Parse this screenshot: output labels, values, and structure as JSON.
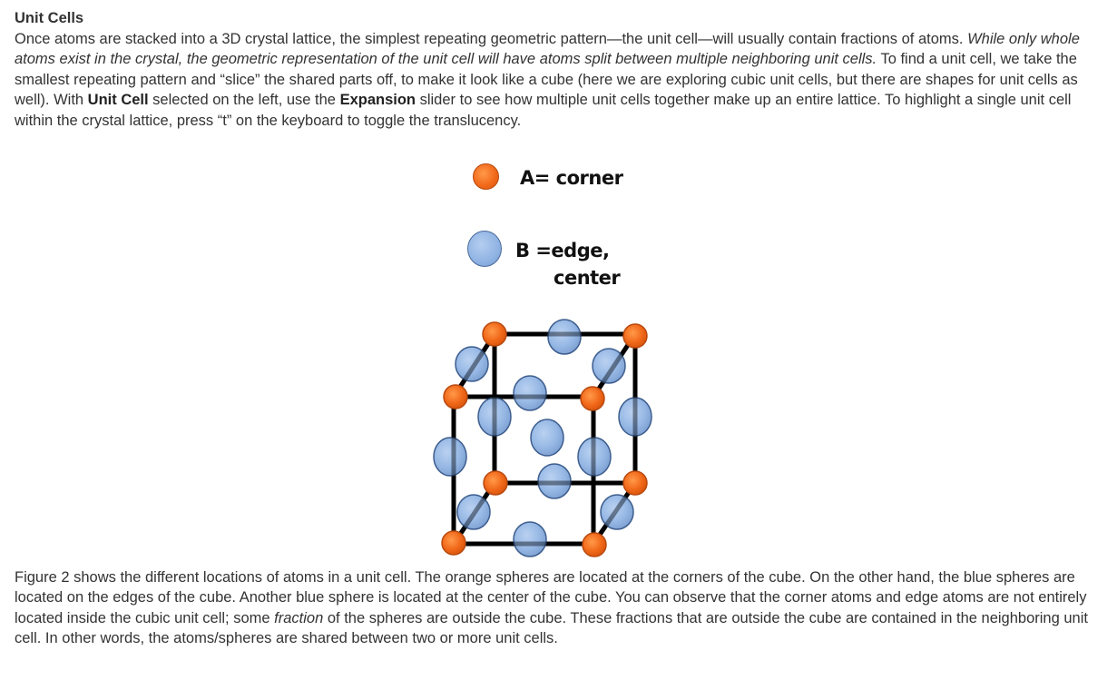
{
  "section": {
    "title": "Unit Cells",
    "intro": {
      "p1": "Once atoms are stacked into a 3D crystal lattice, the simplest repeating geometric pattern—the unit cell—will usually contain fractions of atoms. ",
      "p2_italic": "While only whole atoms exist in the crystal, the geometric representation of the unit cell will have atoms split between multiple neighboring unit cells.",
      "p3": " To find a unit cell, we take the smallest repeating pattern and “slice” the shared parts off, to make it look like a cube (here we are exploring cubic unit cells, but there are shapes for unit cells as well). With ",
      "p4_bold": "Unit Cell",
      "p5": " selected on the left, use the ",
      "p6_bold": "Expansion",
      "p7": " slider to see how multiple unit cells together make up an entire lattice. To highlight a single unit cell within the crystal lattice, press “t” on the keyboard to toggle the translucency."
    }
  },
  "legend": {
    "corner_label": "A= corner",
    "edge_label_line1": "B =edge,",
    "edge_label_line2": "center",
    "corner_color": "#f26a1b",
    "edge_color": "#8fb3e3"
  },
  "caption": {
    "p1": "Figure 2 shows the different locations of atoms in a unit cell. The orange spheres are located at the corners of the cube. On the other hand, the blue spheres are located on the edges of the cube. Another blue sphere is located at the center of the cube. You can observe that the corner atoms and edge atoms are not entirely located inside the cubic unit cell; some ",
    "p2_italic": "fraction",
    "p3": " of the spheres are outside the cube. These fractions that are outside the cube are contained in the neighboring unit cell. In other words, the atoms/spheres are shared between two or more unit cells."
  }
}
